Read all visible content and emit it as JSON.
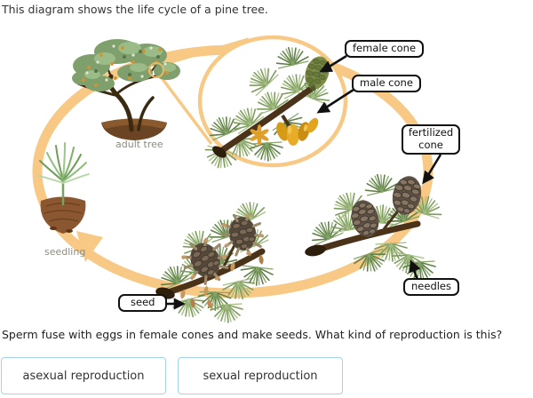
{
  "instruction": "This diagram shows the life cycle of a pine tree.",
  "diagram": {
    "captions": {
      "adult_tree": "adult tree",
      "seedling": "seedling"
    },
    "callouts": {
      "female_cone": "female cone",
      "male_cone": "male cone",
      "fertilized_cone": "fertilized cone",
      "needles": "needles",
      "seed": "seed"
    },
    "colors": {
      "cycle_band": "#F7C985",
      "callout_border": "#111111",
      "caption_text": "#8B8B80"
    }
  },
  "question": "Sperm fuse with eggs in female cones and make seeds. What kind of reproduction is this?",
  "answers": [
    {
      "label": "asexual reproduction"
    },
    {
      "label": "sexual reproduction"
    }
  ],
  "answer_button": {
    "border_color": "#A5D3E8"
  }
}
